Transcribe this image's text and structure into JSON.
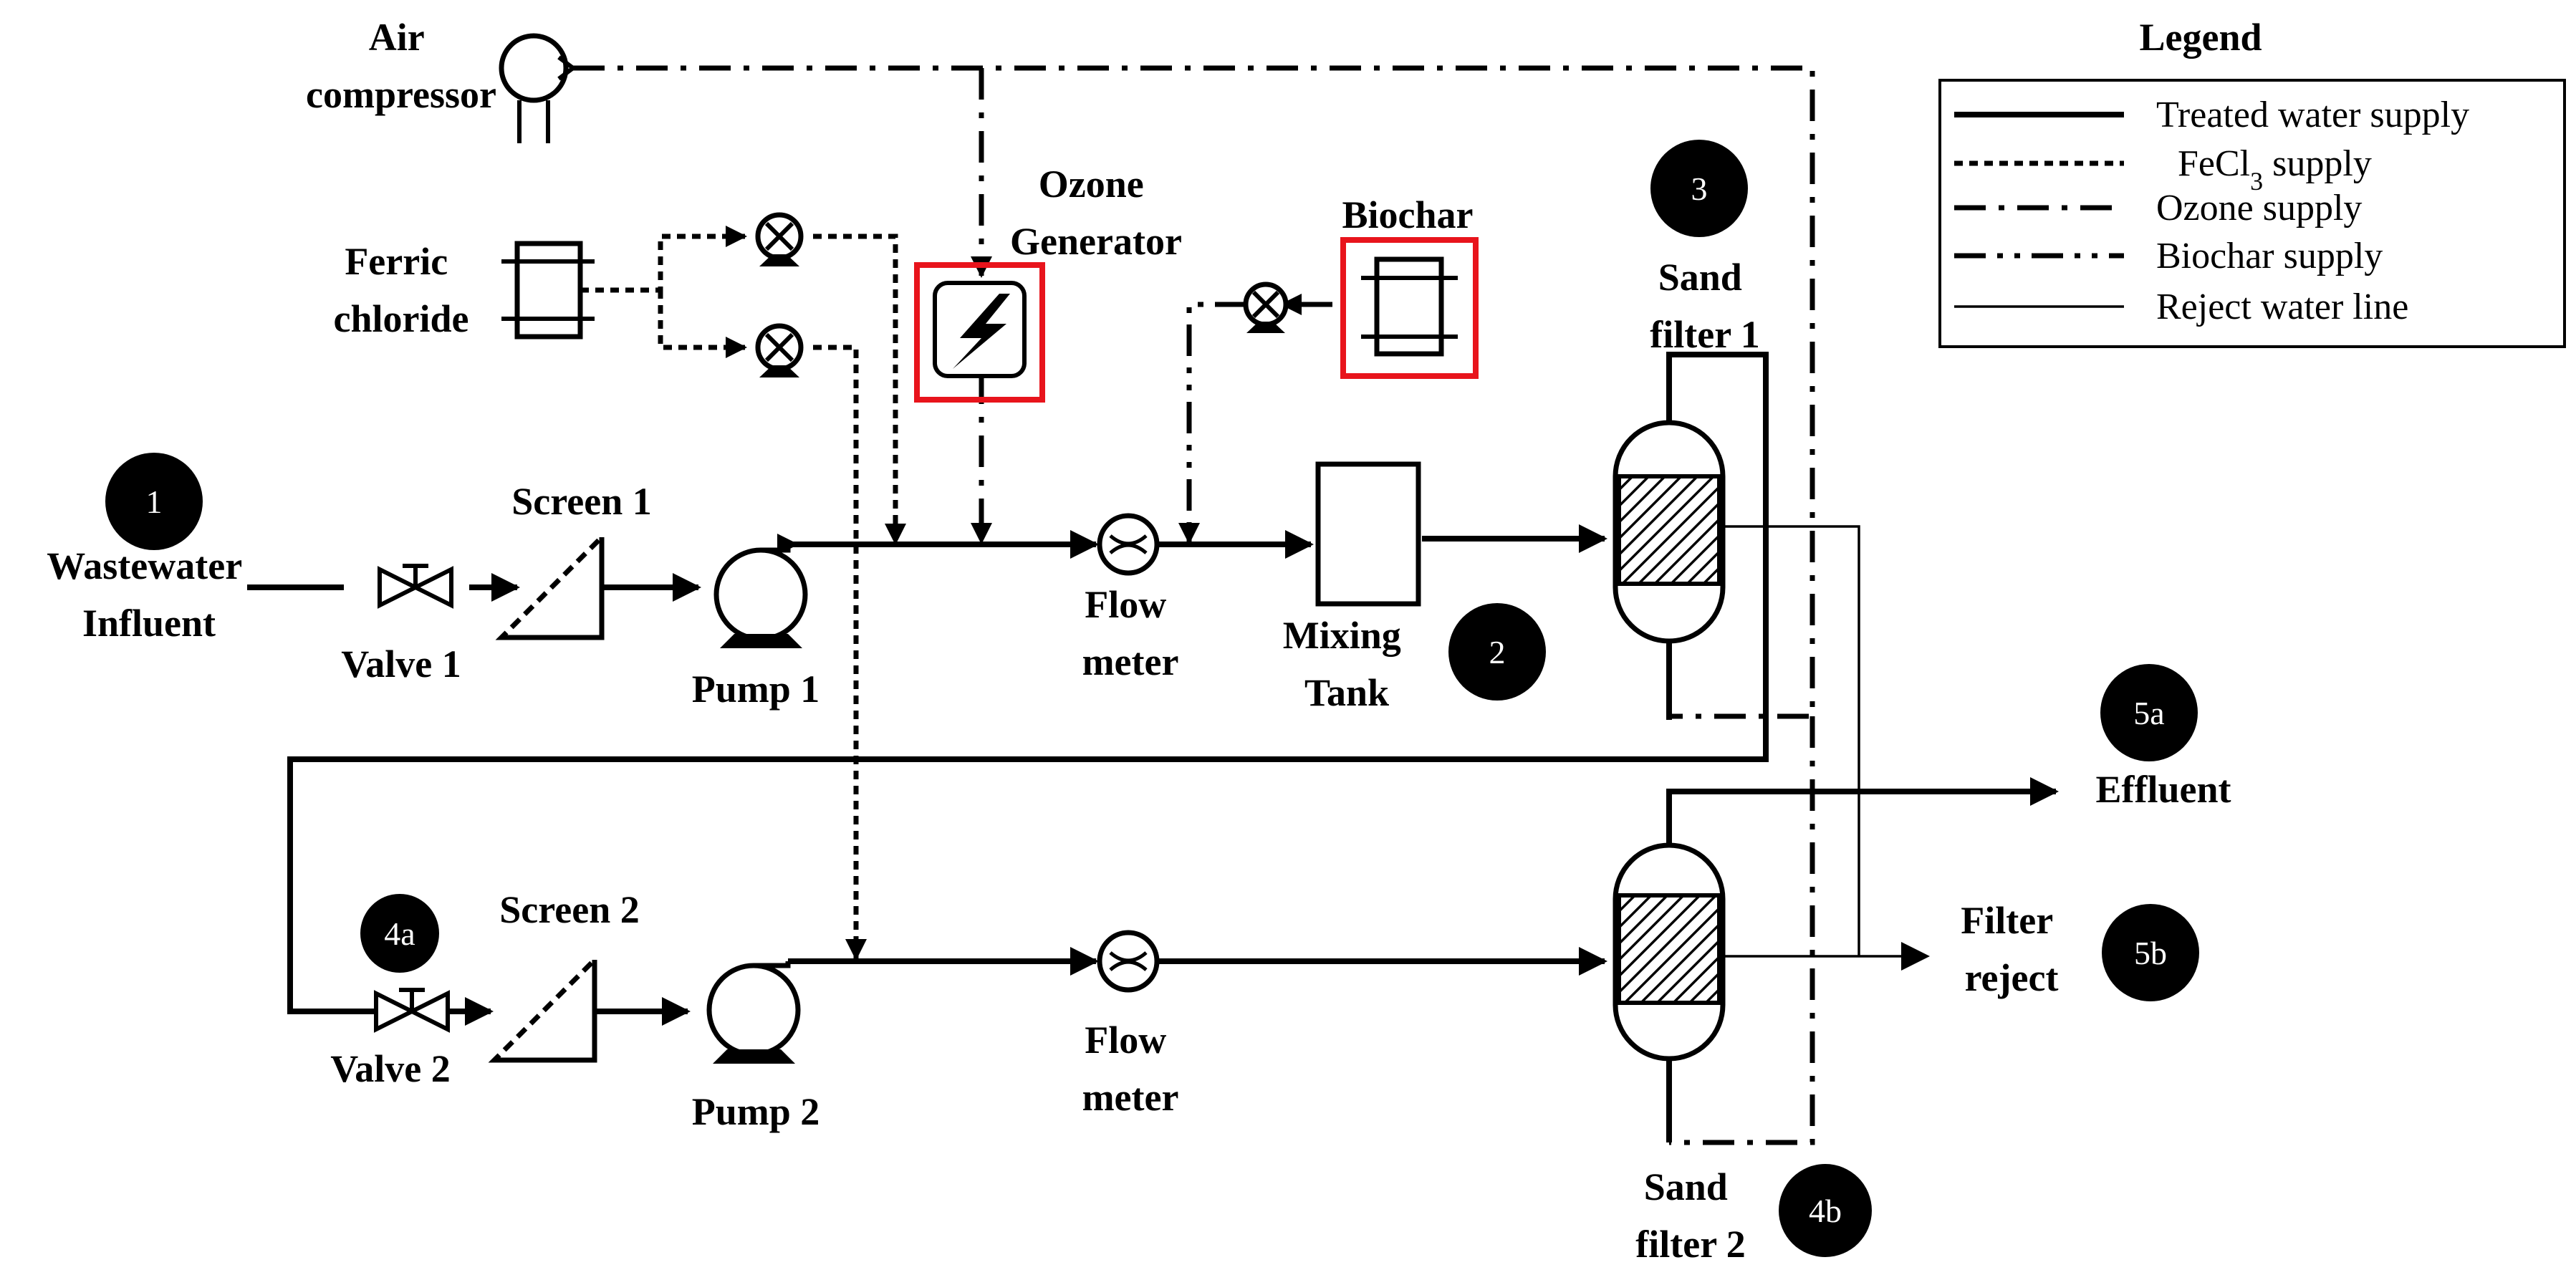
{
  "labels": {
    "air_compressor": [
      "Air",
      "compressor"
    ],
    "ozone_generator": [
      "Ozone",
      "Generator"
    ],
    "biochar": "Biochar",
    "ferric_chloride": [
      "Ferric",
      "chloride"
    ],
    "wastewater_influent": [
      "Wastewater",
      "Influent"
    ],
    "screen_1": "Screen 1",
    "valve_1": "Valve 1",
    "pump_1": "Pump 1",
    "flow_meter_1": [
      "Flow",
      "meter"
    ],
    "mixing_tank": [
      "Mixing",
      "Tank"
    ],
    "sand_filter_1": [
      "Sand",
      "filter 1"
    ],
    "effluent": "Effluent",
    "filter_reject": [
      "Filter",
      "reject"
    ],
    "screen_2": "Screen 2",
    "valve_2": "Valve 2",
    "pump_2": "Pump 2",
    "flow_meter_2": [
      "Flow",
      "meter"
    ],
    "sand_filter_2": [
      "Sand",
      "filter 2"
    ]
  },
  "badges": {
    "b1": "1",
    "b2": "2",
    "b3": "3",
    "b4a": "4a",
    "b4b": "4b",
    "b5a": "5a",
    "b5b": "5b"
  },
  "legend": {
    "title": "Legend",
    "items": [
      {
        "label": "Treated water supply",
        "style": "solid"
      },
      {
        "label": "FeCl",
        "sub": "3",
        "suffix": " supply",
        "style": "dotted"
      },
      {
        "label": "Ozone supply",
        "style": "dash-dot"
      },
      {
        "label": "Biochar supply",
        "style": "dash-dot-dot"
      },
      {
        "label": "Reject water line",
        "style": "thin"
      }
    ]
  },
  "colors": {
    "line": "#000000",
    "highlight": "#e8141c",
    "badge": "#000000"
  },
  "icons": {
    "ozone_generator": "lightning-icon",
    "biochar": "cartridge-icon",
    "ferric_chloride": "cartridge-icon"
  }
}
